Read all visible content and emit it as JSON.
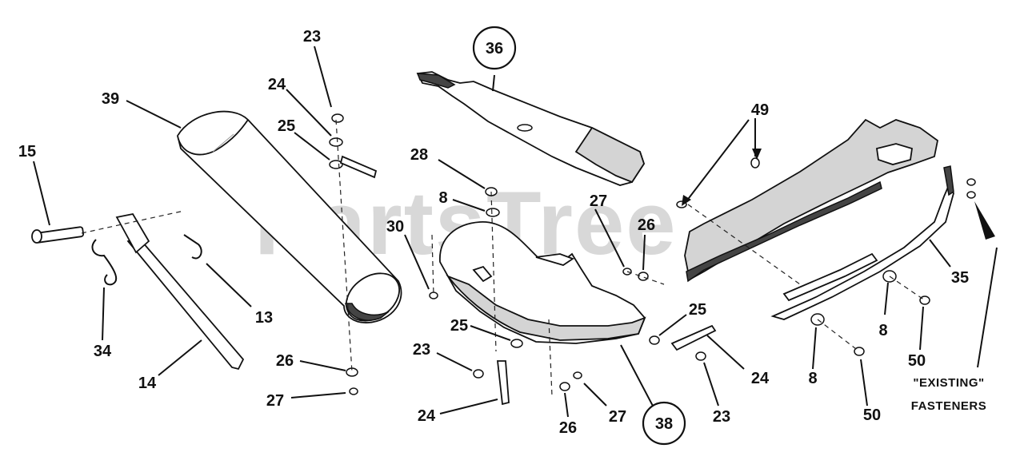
{
  "watermark": "PartsTree",
  "callouts": {
    "c36": "36",
    "c38": "38"
  },
  "labels": {
    "l23_top": "23",
    "l24_top": "24",
    "l25_top": "25",
    "l39": "39",
    "l15": "15",
    "l34": "34",
    "l13": "13",
    "l14": "14",
    "l26_left": "26",
    "l27_left": "27",
    "l28": "28",
    "l8_mid": "8",
    "l30": "30",
    "l27_mid": "27",
    "l26_mid": "26",
    "l25_low": "25",
    "l23_low": "23",
    "l24_low": "24",
    "l26_bot": "26",
    "l27_bot": "27",
    "l25_right": "25",
    "l24_right": "24",
    "l23_right": "23",
    "l49": "49",
    "l35": "35",
    "l8_right_a": "8",
    "l8_right_b": "8",
    "l50_a": "50",
    "l50_b": "50"
  },
  "note": {
    "line1": "\"EXISTING\"",
    "line2": "FASTENERS"
  }
}
